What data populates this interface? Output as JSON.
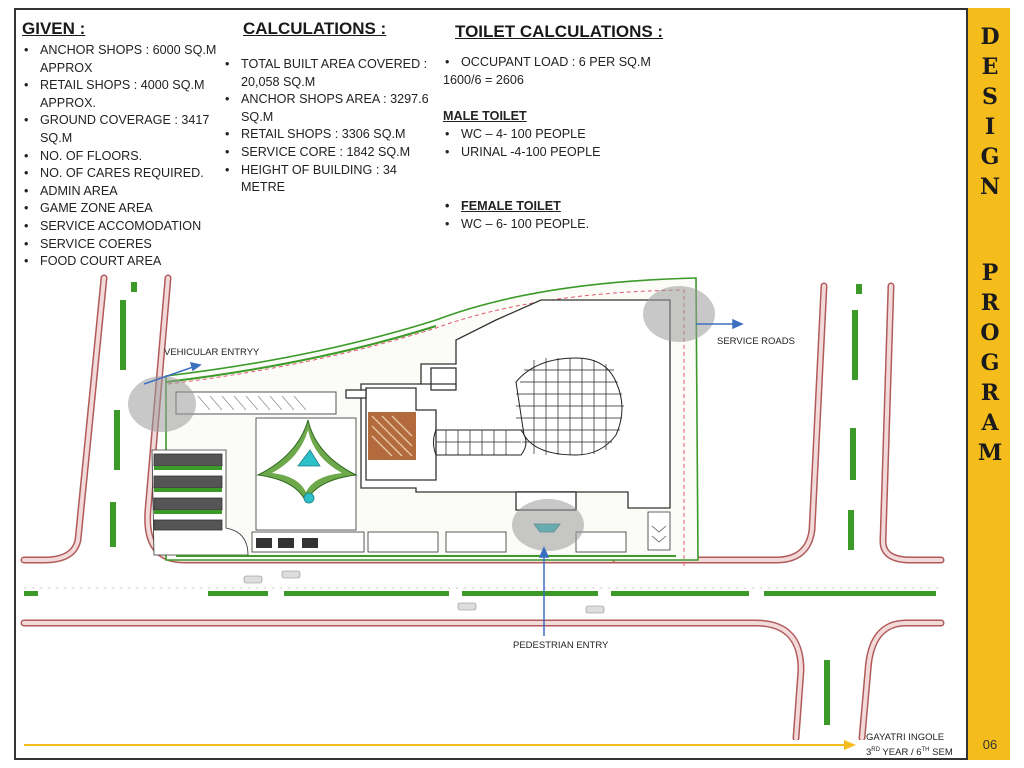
{
  "sidebar": {
    "design": [
      "D",
      "E",
      "S",
      "I",
      "G",
      "N"
    ],
    "program": [
      "P",
      "R",
      "O",
      "G",
      "R",
      "A",
      "M"
    ],
    "page_number": "06"
  },
  "given": {
    "heading": "GIVEN :",
    "items": [
      "ANCHOR SHOPS : 6000 SQ.M APPROX",
      "RETAIL SHOPS : 4000 SQ.M APPROX.",
      "GROUND COVERAGE : 3417 SQ.M",
      "NO. OF FLOORS.",
      "NO. OF CARES REQUIRED.",
      "ADMIN AREA",
      "GAME ZONE AREA",
      "SERVICE ACCOMODATION",
      "SERVICE COERES",
      "FOOD COURT AREA"
    ]
  },
  "calculations": {
    "heading": "CALCULATIONS :",
    "items": [
      "TOTAL BUILT AREA COVERED : 20,058 SQ.M",
      "ANCHOR SHOPS AREA : 3297.6 SQ.M",
      "RETAIL SHOPS : 3306 SQ.M",
      "SERVICE CORE : 1842 SQ.M",
      "HEIGHT OF BUILDING : 34 METRE"
    ]
  },
  "toilet": {
    "heading": "TOILET CALCULATIONS :",
    "occupant_load": "OCCUPANT LOAD : 6 PER SQ.M",
    "formula": "1600/6 = 2606",
    "male_heading": "MALE TOILET",
    "male_items": [
      "WC – 4- 100 PEOPLE",
      "URINAL -4-100 PEOPLE"
    ],
    "female_heading": "FEMALE TOILET",
    "female_items": [
      "WC – 6- 100 PEOPLE."
    ]
  },
  "plan_labels": {
    "vehicular_entry": "VEHICULAR ENTRYY",
    "service_roads": "SERVICE ROADS",
    "pedestrian_entry": "PEDESTRIAN ENTRY"
  },
  "footer": {
    "author": "GAYATRI INGOLE",
    "year_prefix": "3",
    "year_sup": "RD",
    "year_mid": " YEAR / 6",
    "sem_sup": "TH",
    "sem_suffix": " SEM"
  },
  "colors": {
    "sidebar": "#f5bd1c",
    "road_fill": "#f3dada",
    "road_edge": "#b05a5a",
    "greenery": "#3c9a28",
    "water": "#2ec0c9",
    "arrow": "#3d6fbf",
    "footer_arrow": "#f5bd1c"
  }
}
